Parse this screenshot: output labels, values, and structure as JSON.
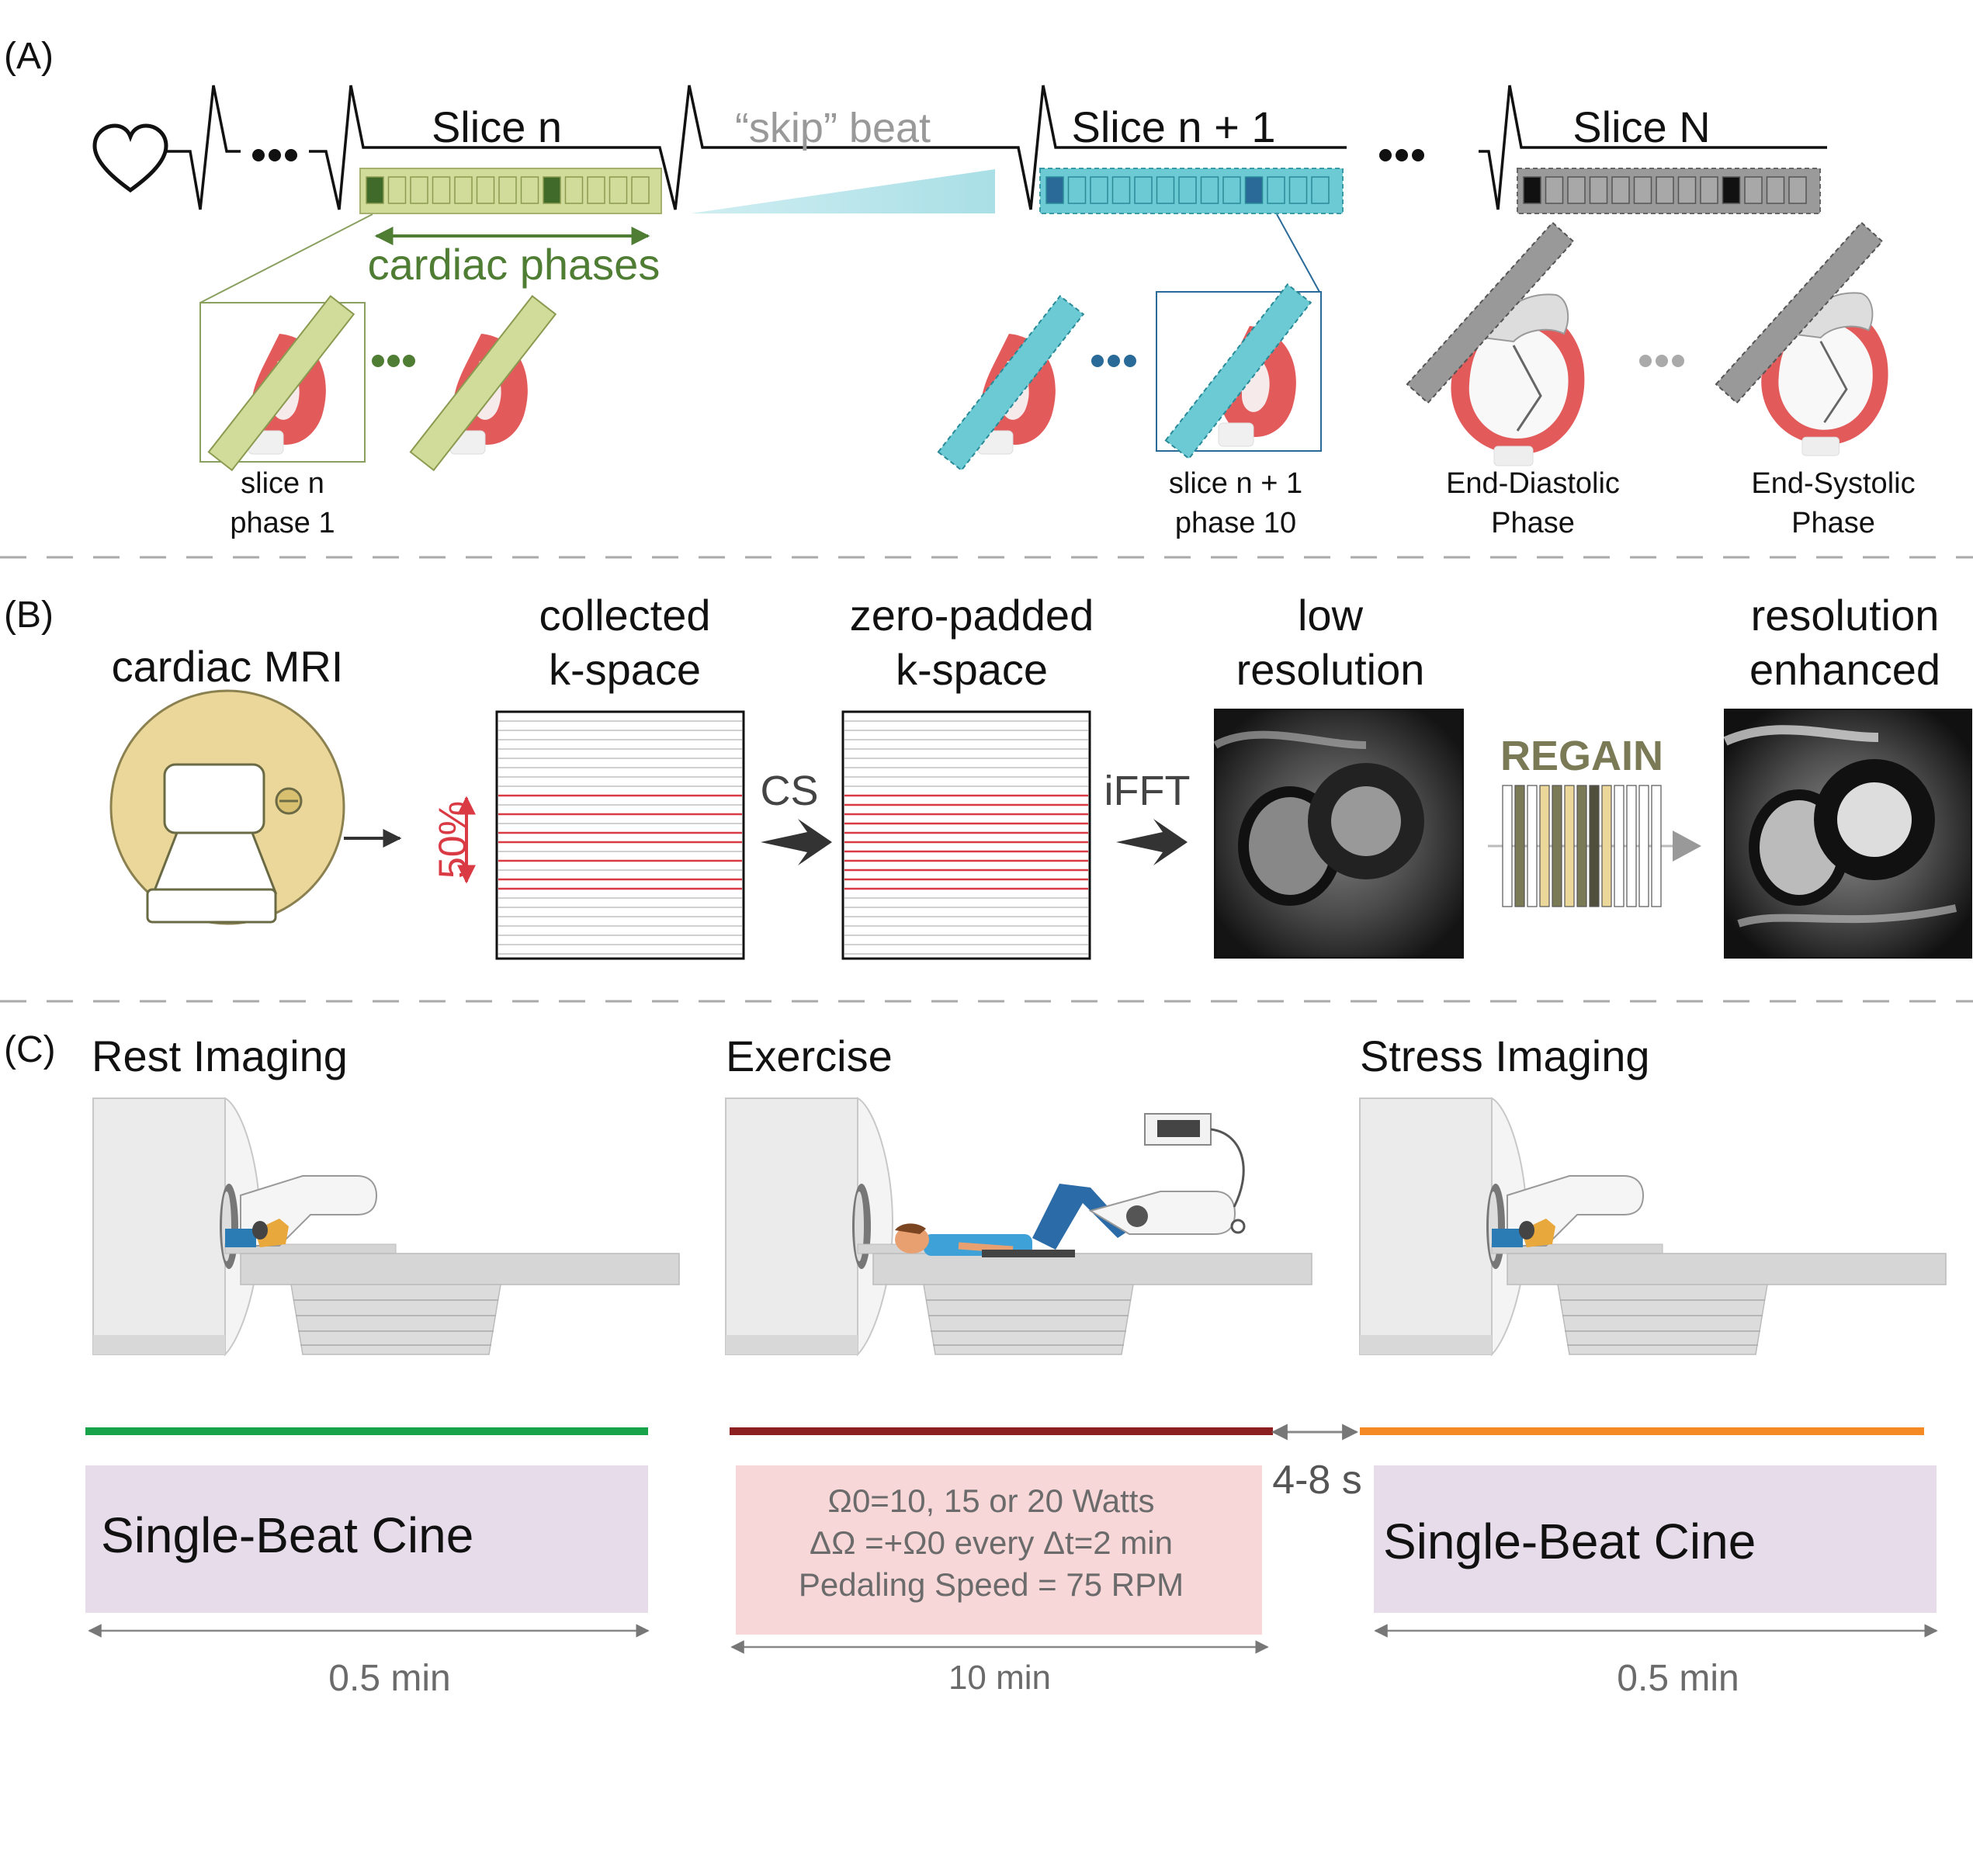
{
  "colors": {
    "olive": "#d2dc9a",
    "olive_dark": "#4a6a30",
    "green_text": "#4f7d34",
    "teal": "#6ccad4",
    "teal_dark": "#2a6a98",
    "gray_slice": "#9a9a9a",
    "heart_red": "#e35a5a",
    "red_line": "#d93a44",
    "mri_beige": "#ecd79a",
    "regain_text": "#7a7a56",
    "green_bar": "#17a34a",
    "darkred_bar": "#8c2020",
    "orange_bar": "#f58a24",
    "lavender": "#e6dcea",
    "pink": "#f8d7d9",
    "gray_text": "#6b6b6b"
  },
  "icons": [
    "heart-outline-icon",
    "ecg-trace-icon",
    "ellipsis-icon",
    "heart-slice-icon",
    "mri-scanner-icon",
    "arrow-right-icon",
    "neural-network-icon",
    "bicycle-ergometer-icon"
  ],
  "panel_a": {
    "label": "(A)",
    "slice_n": "Slice n",
    "skip_beat": "“skip” beat",
    "slice_n1": "Slice n + 1",
    "slice_N": "Slice N",
    "cardiac_phases": "cardiac phases",
    "cap1_line1": "slice n",
    "cap1_line2": "phase 1",
    "cap2_line1": "slice n + 1",
    "cap2_line2": "phase 10",
    "cap3_line1": "End-Diastolic",
    "cap3_line2": "Phase",
    "cap4_line1": "End-Systolic",
    "cap4_line2": "Phase"
  },
  "panel_b": {
    "label": "(B)",
    "cardiac_mri": "cardiac MRI",
    "collected_l1": "collected",
    "collected_l2": "k-space",
    "zero_l1": "zero-padded",
    "zero_l2": "k-space",
    "low_l1": "low",
    "low_l2": "resolution",
    "enh_l1": "resolution",
    "enh_l2": "enhanced",
    "percent": "50%",
    "cs": "CS",
    "ifft": "iFFT",
    "regain": "REGAIN"
  },
  "panel_c": {
    "label": "(C)",
    "rest_title": "Rest Imaging",
    "exercise_title": "Exercise",
    "stress_title": "Stress Imaging",
    "rest_box": "Single-Beat Cine",
    "stress_box": "Single-Beat Cine",
    "exercise_line1": "Ω0=10, 15 or 20 Watts",
    "exercise_line2": "ΔΩ =+Ω0 every Δt=2 min",
    "exercise_line3": "Pedaling Speed = 75 RPM",
    "gap": "4-8 s",
    "rest_dur": "0.5 min",
    "exercise_dur": "10 min",
    "stress_dur": "0.5 min"
  }
}
